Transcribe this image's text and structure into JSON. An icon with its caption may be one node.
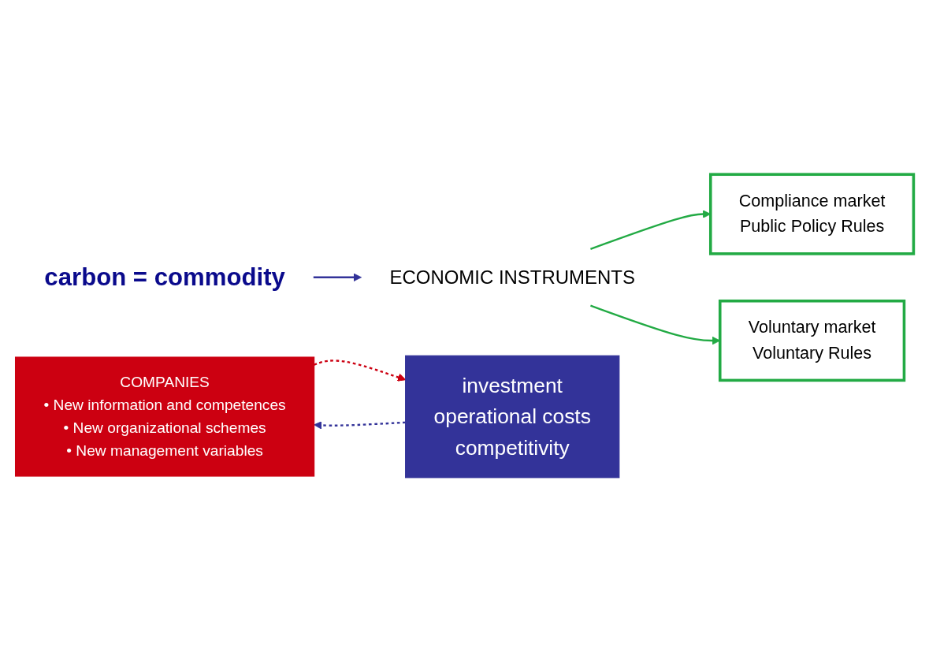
{
  "diagram": {
    "nodes": [
      {
        "text": [
          "carbon = commodity"
        ]
      },
      {
        "text": [
          "ECONOMIC INSTRUMENTS"
        ]
      },
      {
        "text": [
          "Compliance market",
          "Public Policy Rules"
        ]
      },
      {
        "text": [
          "Voluntary market",
          "Voluntary Rules"
        ]
      },
      {
        "text": [
          "COMPANIES",
          "• New information and competences",
          "• New organizational schemes",
          "• New management variables"
        ]
      },
      {
        "text": [
          "investment",
          "operational costs",
          "competitivity"
        ]
      }
    ],
    "edges": [
      {
        "from": 0,
        "to": 1,
        "arrow": "to",
        "color": "#333399"
      },
      {
        "from": 1,
        "to": 2,
        "arrow": "to",
        "color": "#22aa44"
      },
      {
        "from": 1,
        "to": 3,
        "arrow": "to",
        "color": "#22aa44"
      },
      {
        "from": 4,
        "to": 5,
        "arrow": "to",
        "style": "dashed",
        "color": "#cc0011"
      },
      {
        "from": 5,
        "to": 4,
        "arrow": "to",
        "style": "dashed",
        "color": "#333399"
      }
    ]
  }
}
